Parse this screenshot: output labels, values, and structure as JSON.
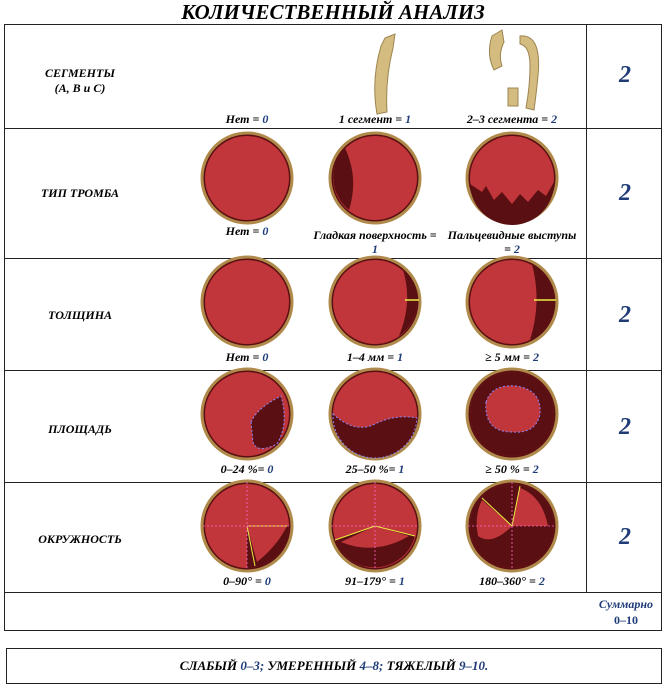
{
  "title": "КОЛИЧЕСТВЕННЫЙ АНАЛИЗ",
  "rows": [
    {
      "label": "СЕГМЕНТЫ",
      "sublabel": "(A, B и C)",
      "options": [
        {
          "text": "Нет = ",
          "value": "0"
        },
        {
          "text": "1 сегмент = ",
          "value": "1"
        },
        {
          "text": "2–3 сегмента = ",
          "value": "2"
        }
      ],
      "score": "2"
    },
    {
      "label": "ТИП ТРОМБА",
      "options": [
        {
          "text": "Нет = ",
          "value": "0"
        },
        {
          "text": "Гладкая поверхность = ",
          "value": "1"
        },
        {
          "text": "Пальцевидные выступы = ",
          "value": "2"
        }
      ],
      "score": "2"
    },
    {
      "label": "ТОЛЩИНА",
      "options": [
        {
          "text": "Нет = ",
          "value": "0"
        },
        {
          "text": "1–4 мм = ",
          "value": "1"
        },
        {
          "text": "≥ 5 мм = ",
          "value": "2"
        }
      ],
      "score": "2"
    },
    {
      "label": "ПЛОЩАДЬ",
      "options": [
        {
          "text": "0–24 %= ",
          "value": "0"
        },
        {
          "text": "25–50 %= ",
          "value": "1"
        },
        {
          "text": "≥ 50 % = ",
          "value": "2"
        }
      ],
      "score": "2"
    },
    {
      "label": "ОКРУЖНОСТЬ",
      "options": [
        {
          "text": "0–90° = ",
          "value": "0"
        },
        {
          "text": "91–179° = ",
          "value": "1"
        },
        {
          "text": "180–360° = ",
          "value": "2"
        }
      ],
      "score": "2"
    }
  ],
  "total": {
    "label": "Суммарно",
    "range": "0–10"
  },
  "footer": {
    "mild": "СЛАБЫЙ ",
    "mild_range": "0–3; ",
    "moderate": "УМЕРЕННЫЙ ",
    "moderate_range": "4–8; ",
    "severe": "ТЯЖЕЛЫЙ ",
    "severe_range": "9–10."
  },
  "colors": {
    "accent": "#1f3b78",
    "lumen": "#c0363a",
    "thrombus": "#5a0f12",
    "rim": "#b08a4a"
  }
}
